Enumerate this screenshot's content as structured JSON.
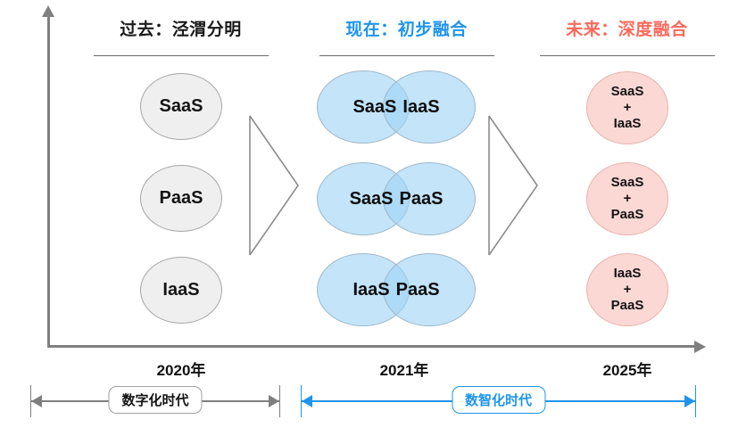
{
  "columns": [
    {
      "title": "过去：泾渭分明",
      "color": "#1a1a1a"
    },
    {
      "title": "现在：初步融合",
      "color": "#1f94ec"
    },
    {
      "title": "未来：深度融合",
      "color": "#fa6a5c"
    }
  ],
  "past": {
    "items": [
      {
        "label": "SaaS"
      },
      {
        "label": "PaaS"
      },
      {
        "label": "IaaS"
      }
    ]
  },
  "now": {
    "pairs": [
      {
        "left": "SaaS",
        "right": "IaaS"
      },
      {
        "left": "SaaS",
        "right": "PaaS"
      },
      {
        "left": "IaaS",
        "right": "PaaS"
      }
    ]
  },
  "future": {
    "items": [
      {
        "top": "SaaS",
        "plus": "+",
        "bottom": "IaaS"
      },
      {
        "top": "SaaS",
        "plus": "+",
        "bottom": "PaaS"
      },
      {
        "top": "IaaS",
        "plus": "+",
        "bottom": "PaaS"
      }
    ]
  },
  "years": [
    "2020年",
    "2021年",
    "2025年"
  ],
  "eras": [
    {
      "label": "数字化时代",
      "color": "#7f7f7f"
    },
    {
      "label": "数智化时代",
      "color": "#1f94ec"
    }
  ],
  "colors": {
    "axis": "#808080",
    "gray_fill": "#efefef",
    "blue_fill": "#9ed3f5",
    "pink_fill": "#fbd8d4",
    "accent_blue": "#1f94ec",
    "accent_red": "#fa6a5c"
  }
}
